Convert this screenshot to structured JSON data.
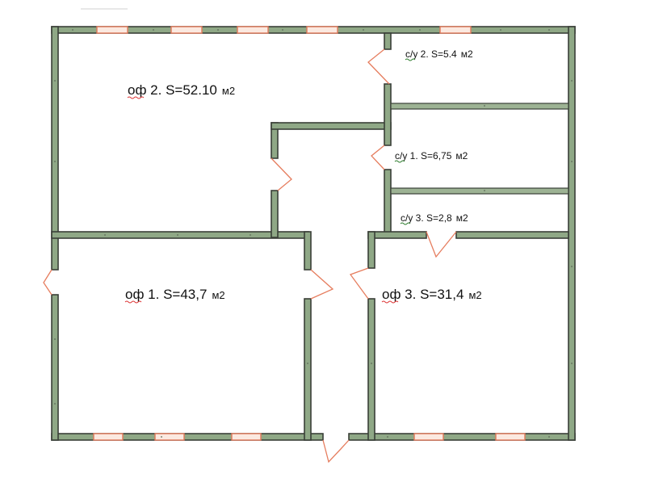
{
  "plan": {
    "wall_color": "#8fa886",
    "door_color": "#e67d5e",
    "rooms": [
      {
        "id": "of2",
        "prefix": "оф",
        "name_rest": " 2. S=52.10",
        "unit": "м2"
      },
      {
        "id": "su2",
        "prefix": "с/у",
        "name_rest": " 2. S=5.4",
        "unit": "м2"
      },
      {
        "id": "su1",
        "prefix": "с/у",
        "name_rest": " 1. S=6,75",
        "unit": "м2"
      },
      {
        "id": "su3",
        "prefix": "с/у",
        "name_rest": " 3. S=2,8",
        "unit": "м2"
      },
      {
        "id": "of1",
        "prefix": "оф",
        "name_rest": " 1. S=43,7",
        "unit": "м2"
      },
      {
        "id": "of3",
        "prefix": "оф",
        "name_rest": " 3. S=31,4",
        "unit": "м2"
      }
    ]
  }
}
